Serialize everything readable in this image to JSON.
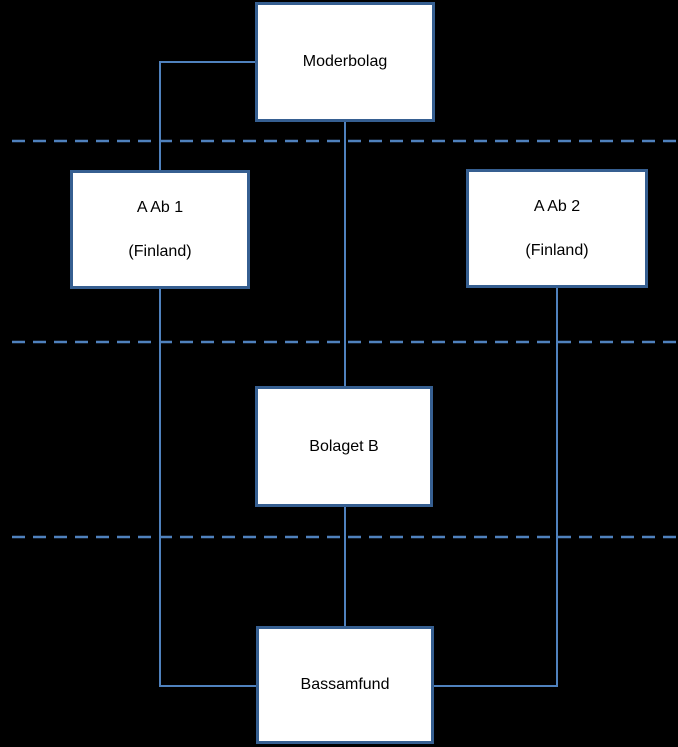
{
  "diagram": {
    "type": "ownership-structure-diagram",
    "colors": {
      "background": "#000000",
      "node_fill": "#ffffff",
      "node_border": "#365f91",
      "connector_line": "#4f81bd",
      "text": "#000000"
    },
    "nodes": [
      {
        "id": "moderbolag",
        "lines": [
          "Moderbolag"
        ]
      },
      {
        "id": "a-ab-1",
        "lines": [
          "A Ab 1",
          "(Finland)"
        ]
      },
      {
        "id": "a-ab-2",
        "lines": [
          "A Ab 2",
          "(Finland)"
        ]
      },
      {
        "id": "bolaget-b",
        "lines": [
          "Bolaget B"
        ]
      },
      {
        "id": "bassamfund",
        "lines": [
          "Bassamfund"
        ]
      }
    ],
    "edges": [
      {
        "from": "moderbolag",
        "to": "a-ab-1"
      },
      {
        "from": "moderbolag",
        "to": "bolaget-b"
      },
      {
        "from": "bolaget-b",
        "to": "bassamfund"
      },
      {
        "from": "a-ab-1",
        "to": "bassamfund"
      },
      {
        "from": "a-ab-2",
        "to": "bassamfund"
      }
    ],
    "dashed_divider_count": 3
  }
}
